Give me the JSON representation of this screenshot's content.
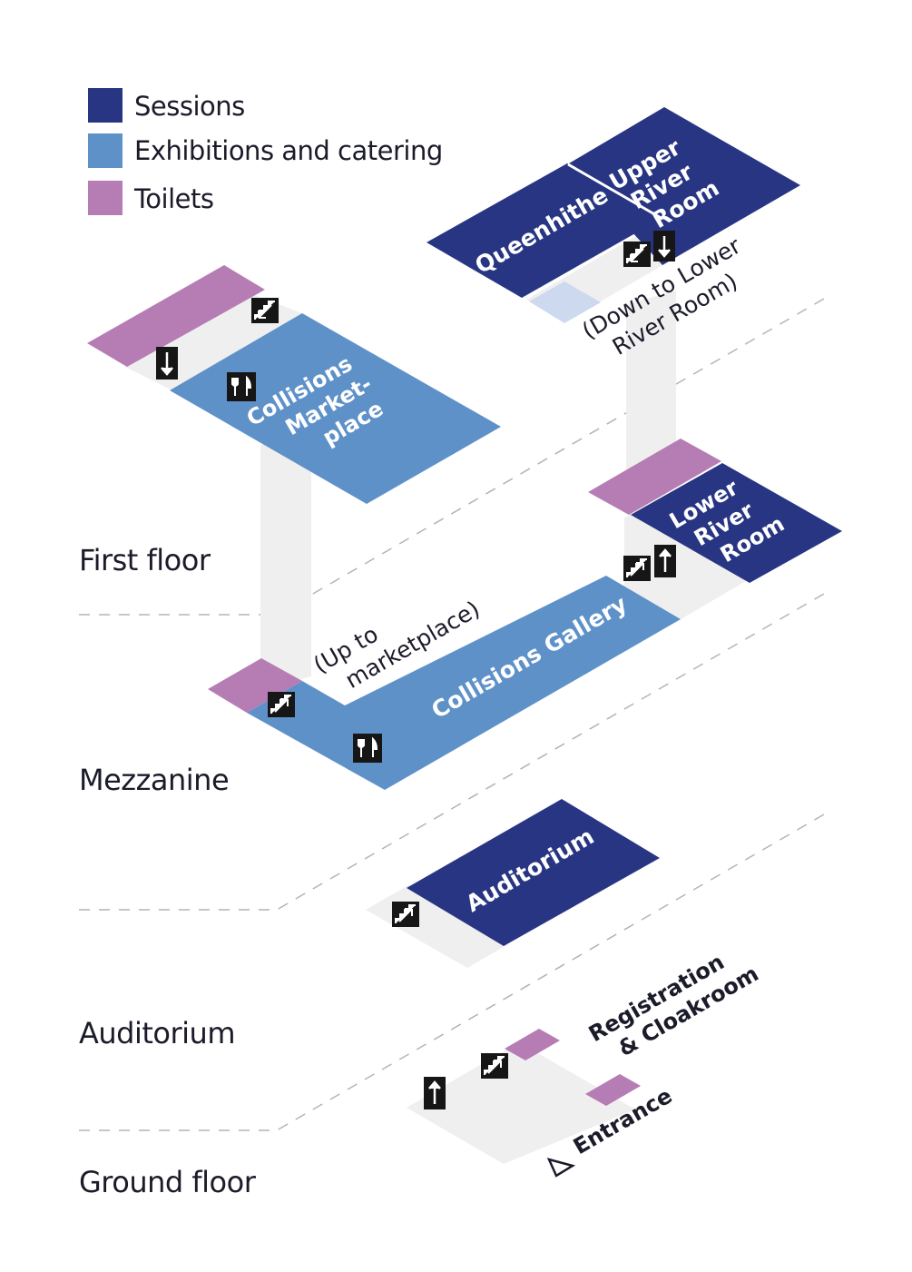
{
  "colors": {
    "sessions": "#283583",
    "exhibitions": "#5f91c9",
    "toilets": "#b67cb4",
    "corridor": "#efefef",
    "text": "#1b1b2a",
    "icon": "#161616",
    "pale_blue": "#cdd9ef"
  },
  "legend": [
    {
      "label": "Sessions",
      "color_key": "sessions"
    },
    {
      "label": "Exhibitions and catering",
      "color_key": "exhibitions"
    },
    {
      "label": "Toilets",
      "color_key": "toilets"
    }
  ],
  "floors": {
    "first": "First floor",
    "mezzanine": "Mezzanine",
    "auditorium": "Auditorium",
    "ground": "Ground floor"
  },
  "rooms": {
    "queenhithe": "Queenhithe",
    "upper_river_room": [
      "Upper",
      "River",
      "Room"
    ],
    "collisions_marketplace": [
      "Collisions",
      "Market-",
      "place"
    ],
    "lower_river_room": [
      "Lower",
      "River",
      "Room"
    ],
    "collisions_gallery": "Collisions Gallery",
    "auditorium": "Auditorium",
    "registration": [
      "Registration",
      "& Cloakroom"
    ],
    "entrance": "Entrance"
  },
  "notes": {
    "down_to_lower_river_room": [
      "(Down to Lower",
      "River Room)"
    ],
    "up_to_marketplace": [
      "(Up to",
      "marketplace)"
    ]
  },
  "icons": [
    "stairs-down-icon",
    "lift-down-icon",
    "stairs-up-icon",
    "lift-up-icon",
    "cutlery-icon",
    "entrance-arrow-icon"
  ]
}
